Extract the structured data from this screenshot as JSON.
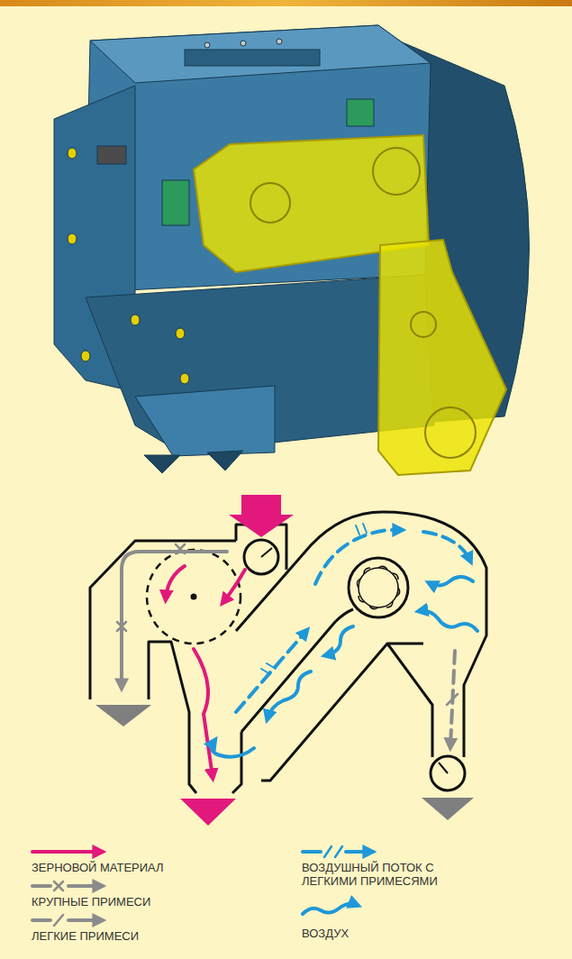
{
  "diagram": {
    "legend": [
      {
        "text": "ЗЕРНОВОЙ МАТЕРИАЛ"
      },
      {
        "text": "КРУПНЫЕ ПРИМЕСИ"
      },
      {
        "text": "ЛЕГКИЕ ПРИМЕСИ"
      },
      {
        "text": "ВОЗДУШНЫЙ ПОТОК С ЛЕГКИМИ ПРИМЕСЯМИ"
      },
      {
        "text": "ВОЗДУХ"
      }
    ]
  }
}
